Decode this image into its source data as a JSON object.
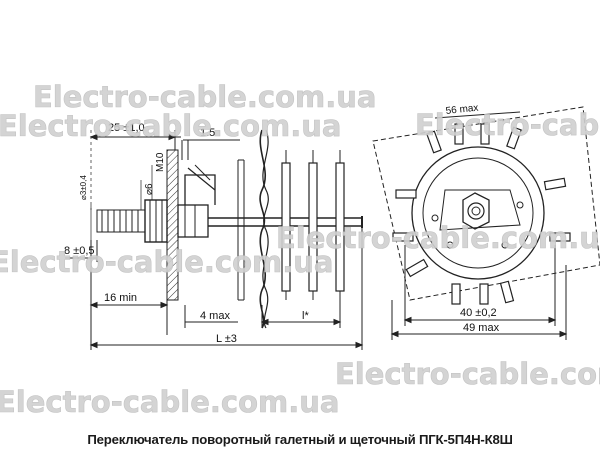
{
  "dimensions": {
    "overall_length": "25 ±1,0",
    "gap": "1.5",
    "thread": "M10",
    "shaft_dia": "⌀6",
    "shaft_flat": "⌀3±0,4",
    "bushing": "8 ±0,5",
    "thread_len": "16 min",
    "plate_gap": "4 max",
    "spacing": "l*",
    "total": "L ±3",
    "diagonal": "56 max",
    "inner_width": "40 ±0,2",
    "outer_width": "49 max"
  },
  "watermark": {
    "text": "Electro-cable.com.ua",
    "color": "#cfcfcf"
  },
  "caption": "Переключатель поворотный галетный и щеточный ПГК-5П4Н-К8Ш"
}
